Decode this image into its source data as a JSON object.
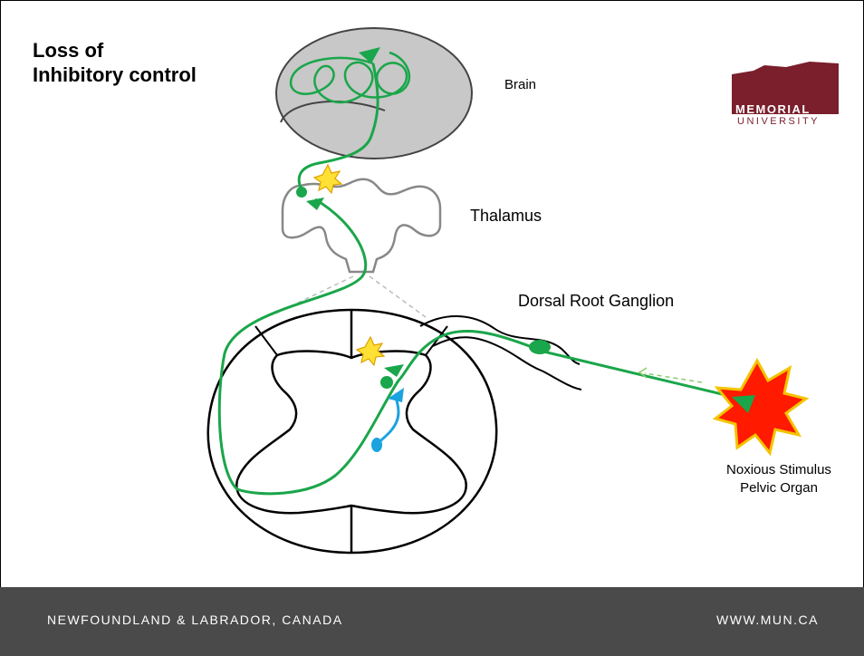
{
  "title": {
    "line1": "Loss of",
    "line2": "Inhibitory control"
  },
  "labels": {
    "brain": "Brain",
    "thalamus": "Thalamus",
    "drg": "Dorsal Root Ganglion",
    "noxious_line1": "Noxious Stimulus",
    "noxious_line2": "Pelvic Organ"
  },
  "logo": {
    "word1": "MEMORIAL",
    "word2": "UNIVERSITY",
    "color": "#7a1f2b"
  },
  "footer": {
    "left": "NEWFOUNDLAND & LABRADOR, CANADA",
    "right": "WWW.MUN.CA",
    "background": "#4a4a4a"
  },
  "colors": {
    "neuron_green": "#1aa64a",
    "interneuron_blue": "#1ba3e0",
    "brain_gray": "#c8c8c8",
    "star_yellow": "#ffe135",
    "stimulus_red": "#ff1a00"
  }
}
